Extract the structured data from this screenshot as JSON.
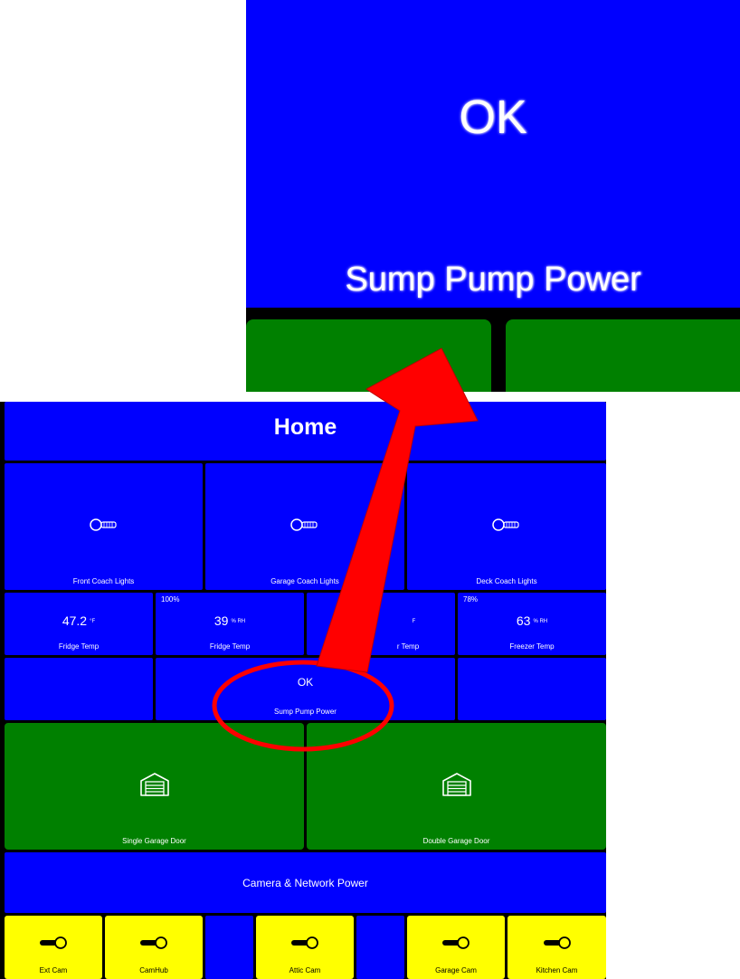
{
  "zoom": {
    "value": "OK",
    "label": "Sump Pump Power"
  },
  "dashboard": {
    "title": "Home",
    "lights": [
      {
        "label": "Front Coach Lights",
        "icon": "bulb-icon"
      },
      {
        "label": "Garage Coach Lights",
        "icon": "bulb-icon"
      },
      {
        "label": "Deck Coach Lights",
        "icon": "bulb-icon"
      }
    ],
    "sensors": [
      {
        "value": "47.2",
        "unit": "°F",
        "label": "Fridge Temp",
        "badge": ""
      },
      {
        "value": "39",
        "unit": "% RH",
        "label": "Fridge Temp",
        "badge": "100%"
      },
      {
        "value": "",
        "unit": "F",
        "label": "r Temp",
        "badge": ""
      },
      {
        "value": "63",
        "unit": "% RH",
        "label": "Freezer Temp",
        "badge": "78%"
      }
    ],
    "sump": {
      "value": "OK",
      "label": "Sump Pump Power"
    },
    "garage_doors": [
      {
        "label": "Single Garage Door",
        "icon": "garage-door-icon"
      },
      {
        "label": "Double Garage Door",
        "icon": "garage-door-icon"
      }
    ],
    "camera_network": {
      "label": "Camera & Network Power"
    },
    "cameras": [
      {
        "label": "Ext Cam",
        "icon": "toggle-icon"
      },
      {
        "label": "CamHub",
        "icon": "toggle-icon"
      },
      {
        "label": "Attic Cam",
        "icon": "toggle-icon"
      },
      {
        "label": "Garage Cam",
        "icon": "toggle-icon"
      },
      {
        "label": "Kitchen Cam",
        "icon": "toggle-icon"
      }
    ]
  },
  "colors": {
    "tile_blue": "#0000ff",
    "tile_green": "#008000",
    "tile_yellow": "#ffff00",
    "annotation_red": "#ff0000"
  }
}
